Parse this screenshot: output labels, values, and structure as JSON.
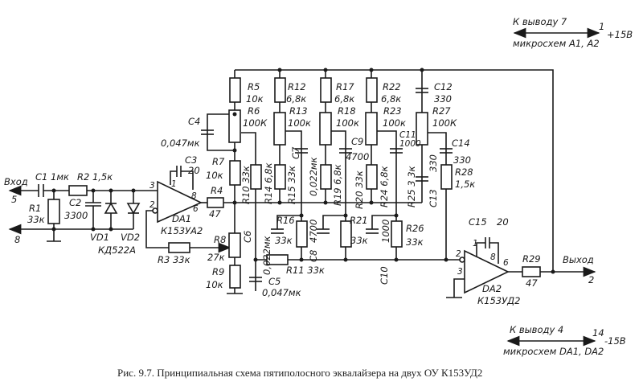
{
  "title_caption": "Рис. 9.7. Принципиальная схема пятиполосного эквалайзера на двух ОУ К153УД2",
  "power_top": {
    "line1": "К выводу 7",
    "line2": "микросхем А1, А2",
    "pin": "1",
    "voltage": "+15В"
  },
  "power_bottom": {
    "line1": "К выводу 4",
    "line2": "микросхем DA1, DA2",
    "pin": "14",
    "voltage": "-15В"
  },
  "input": {
    "label": "Вход",
    "pin": "5",
    "ground_pin": "8"
  },
  "output": {
    "label": "Выход",
    "pin": "2"
  },
  "components": {
    "C1": "C1 1мк",
    "R1": "R1",
    "R1v": "33к",
    "R2": "R2 1,5к",
    "C2": "C2",
    "C2v": "3300",
    "VD1": "VD1",
    "VD2": "VD2",
    "VDtype": "КД522А",
    "DA1": "DA1",
    "DA1type": "К153УА2",
    "C3": "C3",
    "C3v": "20",
    "R3": "R3 33к",
    "R4": "R4",
    "R4v": "47",
    "R5": "R5",
    "R5v": "10к",
    "R6": "R6",
    "R6v": "100К",
    "C4": "C4",
    "C4v": "0,047мк",
    "R7": "R7",
    "R7v": "10к",
    "R8": "R8",
    "R8v": "27к",
    "R9": "R9",
    "R9v": "10к",
    "R10": "R10 33к",
    "R14": "R14 6,8к",
    "C6": "C6",
    "C6v": "0,022мк",
    "C5": "C5",
    "C5v": "0,047мк",
    "R11": "R11 33к",
    "R12": "R12",
    "R12v": "6,8к",
    "R13": "R13",
    "R13v": "100к",
    "R15": "R15 33к",
    "C7": "C7",
    "C7v": "0,022мк",
    "R16": "R16",
    "R16v": "33к",
    "C8": "C8",
    "C8v": "4700",
    "R17": "R17",
    "R17v": "6,8к",
    "R18": "R18",
    "R18v": "100к",
    "R19": "R19 6,8к",
    "C9": "C9",
    "C9v": "4700",
    "R20": "R20 33к",
    "R21": "R21",
    "R21v": "33к",
    "R22": "R22",
    "R22v": "6,8к",
    "R23": "R23",
    "R23v": "100к",
    "R24": "R24 6,8к",
    "C11": "C11",
    "C11v": "1000",
    "R25": "R25 3 3к",
    "C10": "C10",
    "C10v": "1000",
    "R26": "R26",
    "R26v": "33к",
    "C12": "C12",
    "C12v": "330",
    "R27": "R27",
    "R27v": "100К",
    "C13": "C13",
    "C13v": "330",
    "C14": "C14",
    "C14v": "330",
    "R28": "R28",
    "R28v": "1,5к",
    "C15": "C15",
    "C15v": "20",
    "DA2": "DA2",
    "DA2type": "К153УД2",
    "R29": "R29",
    "R29v": "47"
  },
  "pins": {
    "DA1_in_p": "3",
    "DA1_in_n": "2",
    "DA1_c1": "1",
    "DA1_c8": "8",
    "DA1_out": "6",
    "DA2_in_n": "2",
    "DA2_in_p": "3",
    "DA2_c1": "1",
    "DA2_c8": "8",
    "DA2_out": "6"
  }
}
